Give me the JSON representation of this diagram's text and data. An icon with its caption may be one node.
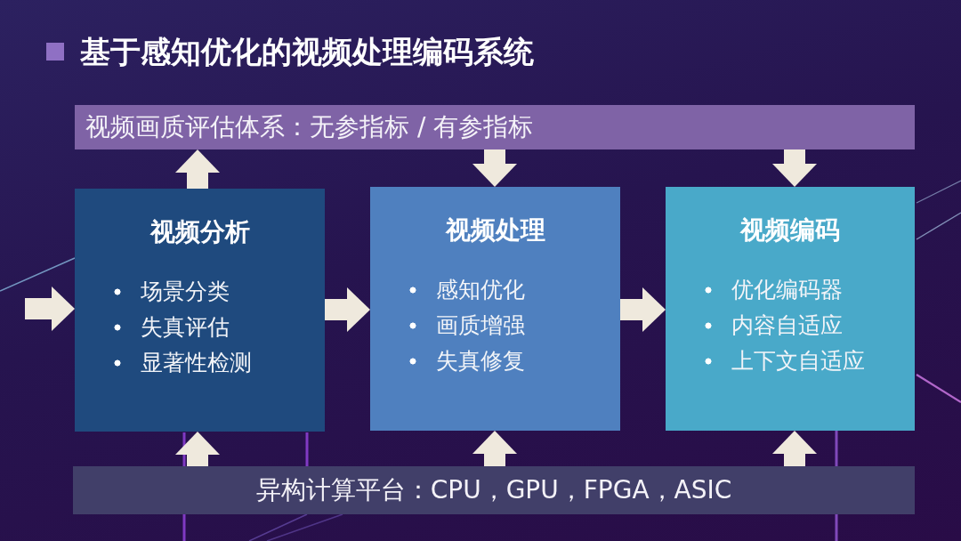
{
  "diagram": {
    "title": "基于感知优化的视频处理编码系统",
    "nodes": [
      {
        "text": [
          "视频画质评估体系：无参指标 / 有参指标"
        ]
      },
      {
        "text": [
          "视频分析",
          "场景分类",
          "失真评估",
          "显著性检测"
        ]
      },
      {
        "text": [
          "视频处理",
          "感知优化",
          "画质增强",
          "失真修复"
        ]
      },
      {
        "text": [
          "视频编码",
          "优化编码器",
          "内容自适应",
          "上下文自适应"
        ]
      },
      {
        "text": [
          "异构计算平台：CPU，GPU，FPGA，ASIC"
        ]
      }
    ],
    "edges": [
      {
        "from": null,
        "to": 1,
        "arrow": "to"
      },
      {
        "from": 1,
        "to": 2,
        "arrow": "to"
      },
      {
        "from": 2,
        "to": 3,
        "arrow": "to"
      },
      {
        "from": 1,
        "to": 0,
        "arrow": "to"
      },
      {
        "from": 0,
        "to": 2,
        "arrow": "to"
      },
      {
        "from": 0,
        "to": 3,
        "arrow": "to"
      },
      {
        "from": 4,
        "to": 1,
        "arrow": "to"
      },
      {
        "from": 4,
        "to": 2,
        "arrow": "to"
      },
      {
        "from": 4,
        "to": 3,
        "arrow": "to"
      }
    ]
  }
}
